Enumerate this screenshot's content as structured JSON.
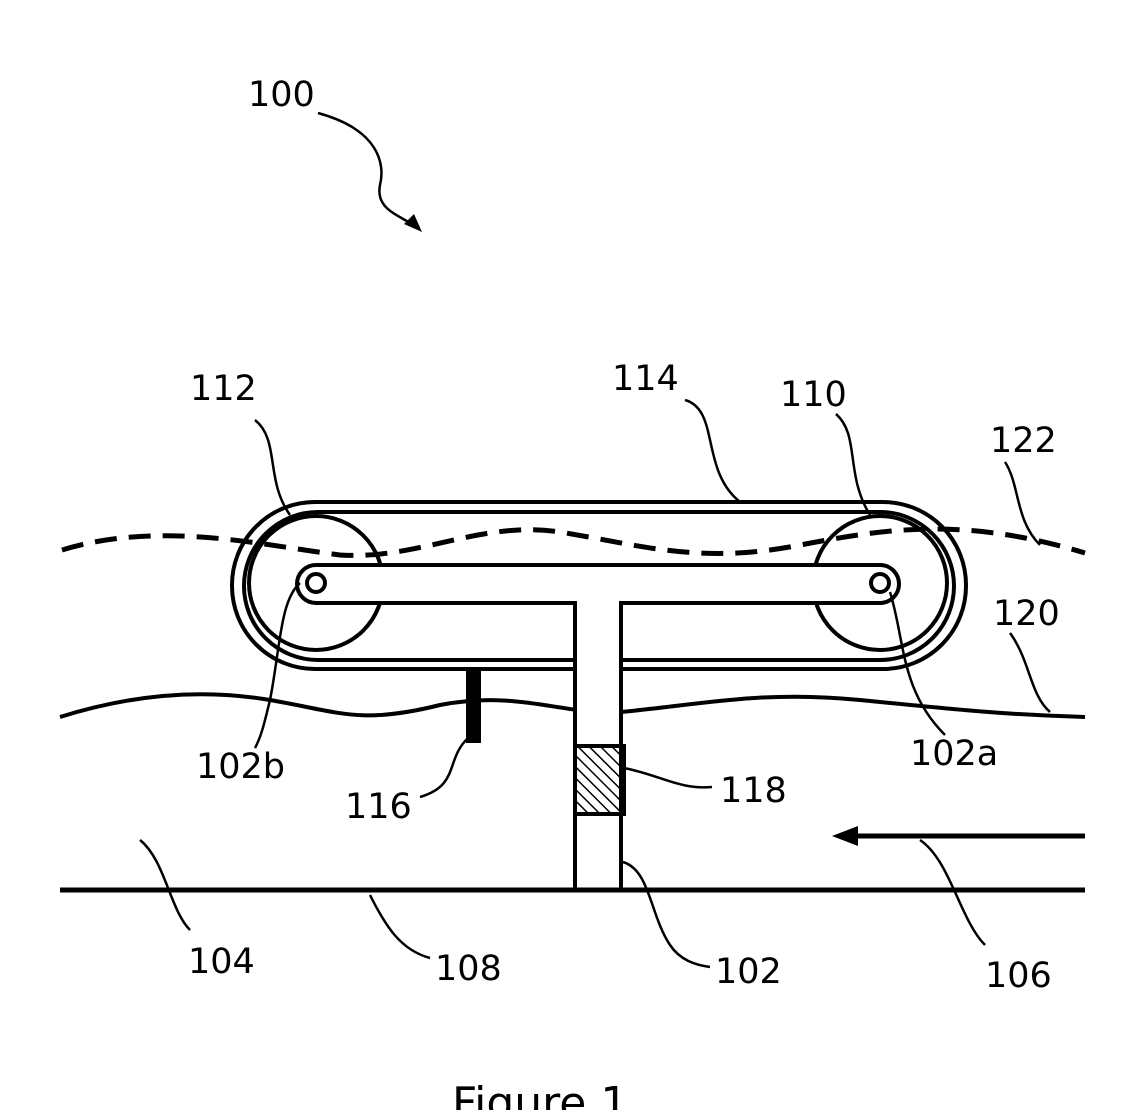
{
  "labels": {
    "system": "100",
    "pulley_left": "112",
    "belt": "114",
    "pulley_right": "110",
    "dashed_line": "122",
    "solid_wave": "120",
    "axle_left": "102b",
    "axle_right": "102a",
    "fin": "116",
    "block": "118",
    "water": "104",
    "floor": "108",
    "post": "102",
    "flow_arrow": "106"
  },
  "caption": "Figure 1"
}
